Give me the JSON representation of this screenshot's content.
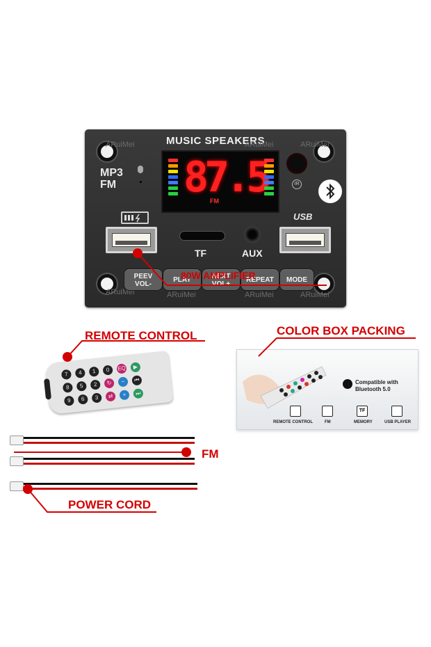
{
  "module": {
    "title": "MUSIC SPEAKERS",
    "watermark": "ARuiMei",
    "mp3_label": "MP3",
    "fm_label": "FM",
    "display_value": "87.5",
    "display_sub": "FM",
    "ir_label": "IR",
    "usb_logo": "USB",
    "tf_label": "TF",
    "aux_label": "AUX",
    "buttons": [
      {
        "line1": "PEEV",
        "line2": "VOL-"
      },
      {
        "line1": "PLAY",
        "line2": ""
      },
      {
        "line1": "NEXT",
        "line2": "VOL+"
      },
      {
        "line1": "REPEAT",
        "line2": ""
      },
      {
        "line1": "MODE",
        "line2": ""
      }
    ],
    "amplifier_label": "80W AMPLIFIER"
  },
  "remote": {
    "label": "REMOTE CONTROL",
    "keys": [
      "7",
      "4",
      "1",
      "0",
      "EQ",
      "▶",
      "8",
      "5",
      "2",
      "↻",
      "−",
      "⏮",
      "9",
      "6",
      "3",
      "⇄",
      "+",
      "⏭"
    ]
  },
  "box": {
    "label": "COLOR BOX PACKING",
    "compat_line1": "Compatible with",
    "compat_line2": "Bluetooth 5.0",
    "features": [
      "REMOTE CONTROL",
      "FM",
      "MEMORY",
      "USB PLAYER"
    ],
    "memory_icon_text": "TF"
  },
  "cables": {
    "fm_label": "FM",
    "power_label": "POWER CORD"
  },
  "colors": {
    "accent_red": "#d40000",
    "board": "#2e2e2e",
    "display_red": "#ff2020"
  }
}
